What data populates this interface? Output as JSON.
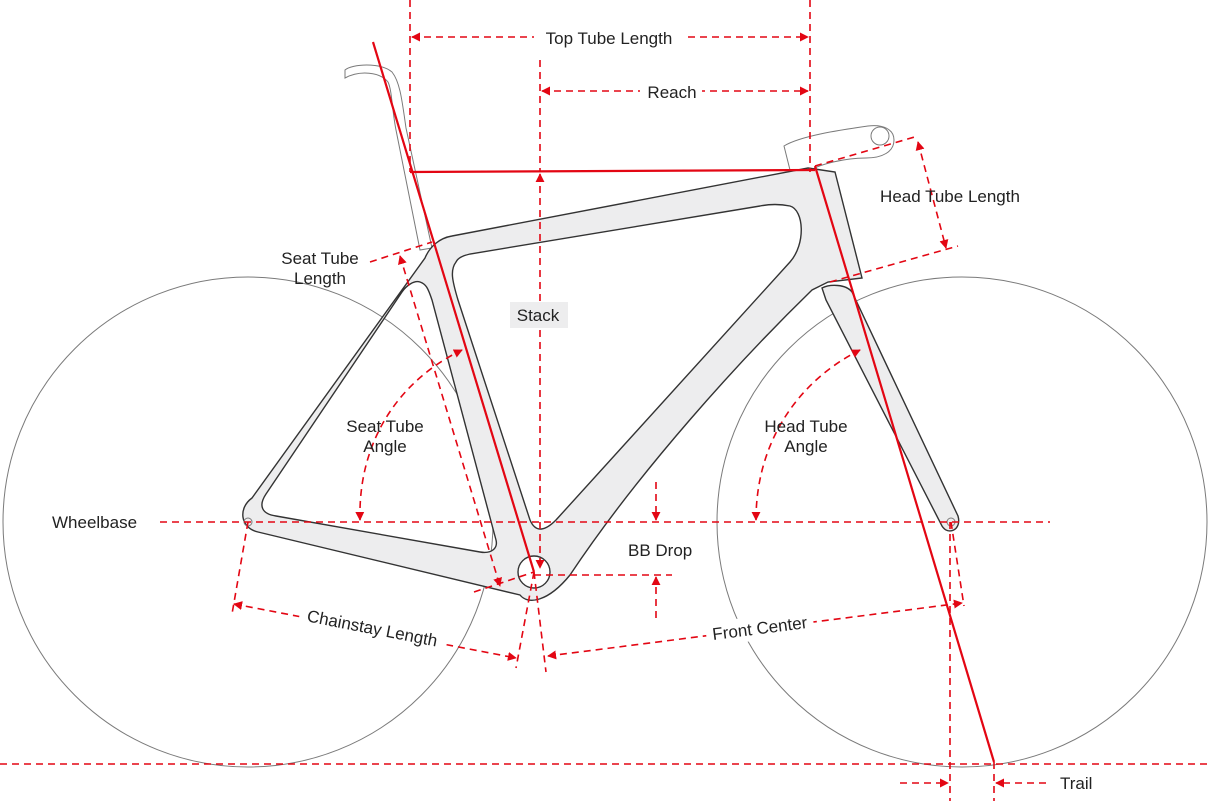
{
  "labels": {
    "top_tube_length": "Top Tube Length",
    "reach": "Reach",
    "head_tube_length": "Head Tube Length",
    "seat_tube_length_1": "Seat Tube",
    "seat_tube_length_2": "Length",
    "stack": "Stack",
    "seat_tube_angle_1": "Seat Tube",
    "seat_tube_angle_2": "Angle",
    "head_tube_angle_1": "Head Tube",
    "head_tube_angle_2": "Angle",
    "wheelbase": "Wheelbase",
    "bb_drop": "BB Drop",
    "chainstay_length": "Chainstay Length",
    "front_center": "Front Center",
    "trail": "Trail"
  },
  "colors": {
    "dimension": "#e30613",
    "frame_fill": "#ededee",
    "frame_stroke": "#333333",
    "outline": "#7a7a7a",
    "text": "#222222"
  }
}
